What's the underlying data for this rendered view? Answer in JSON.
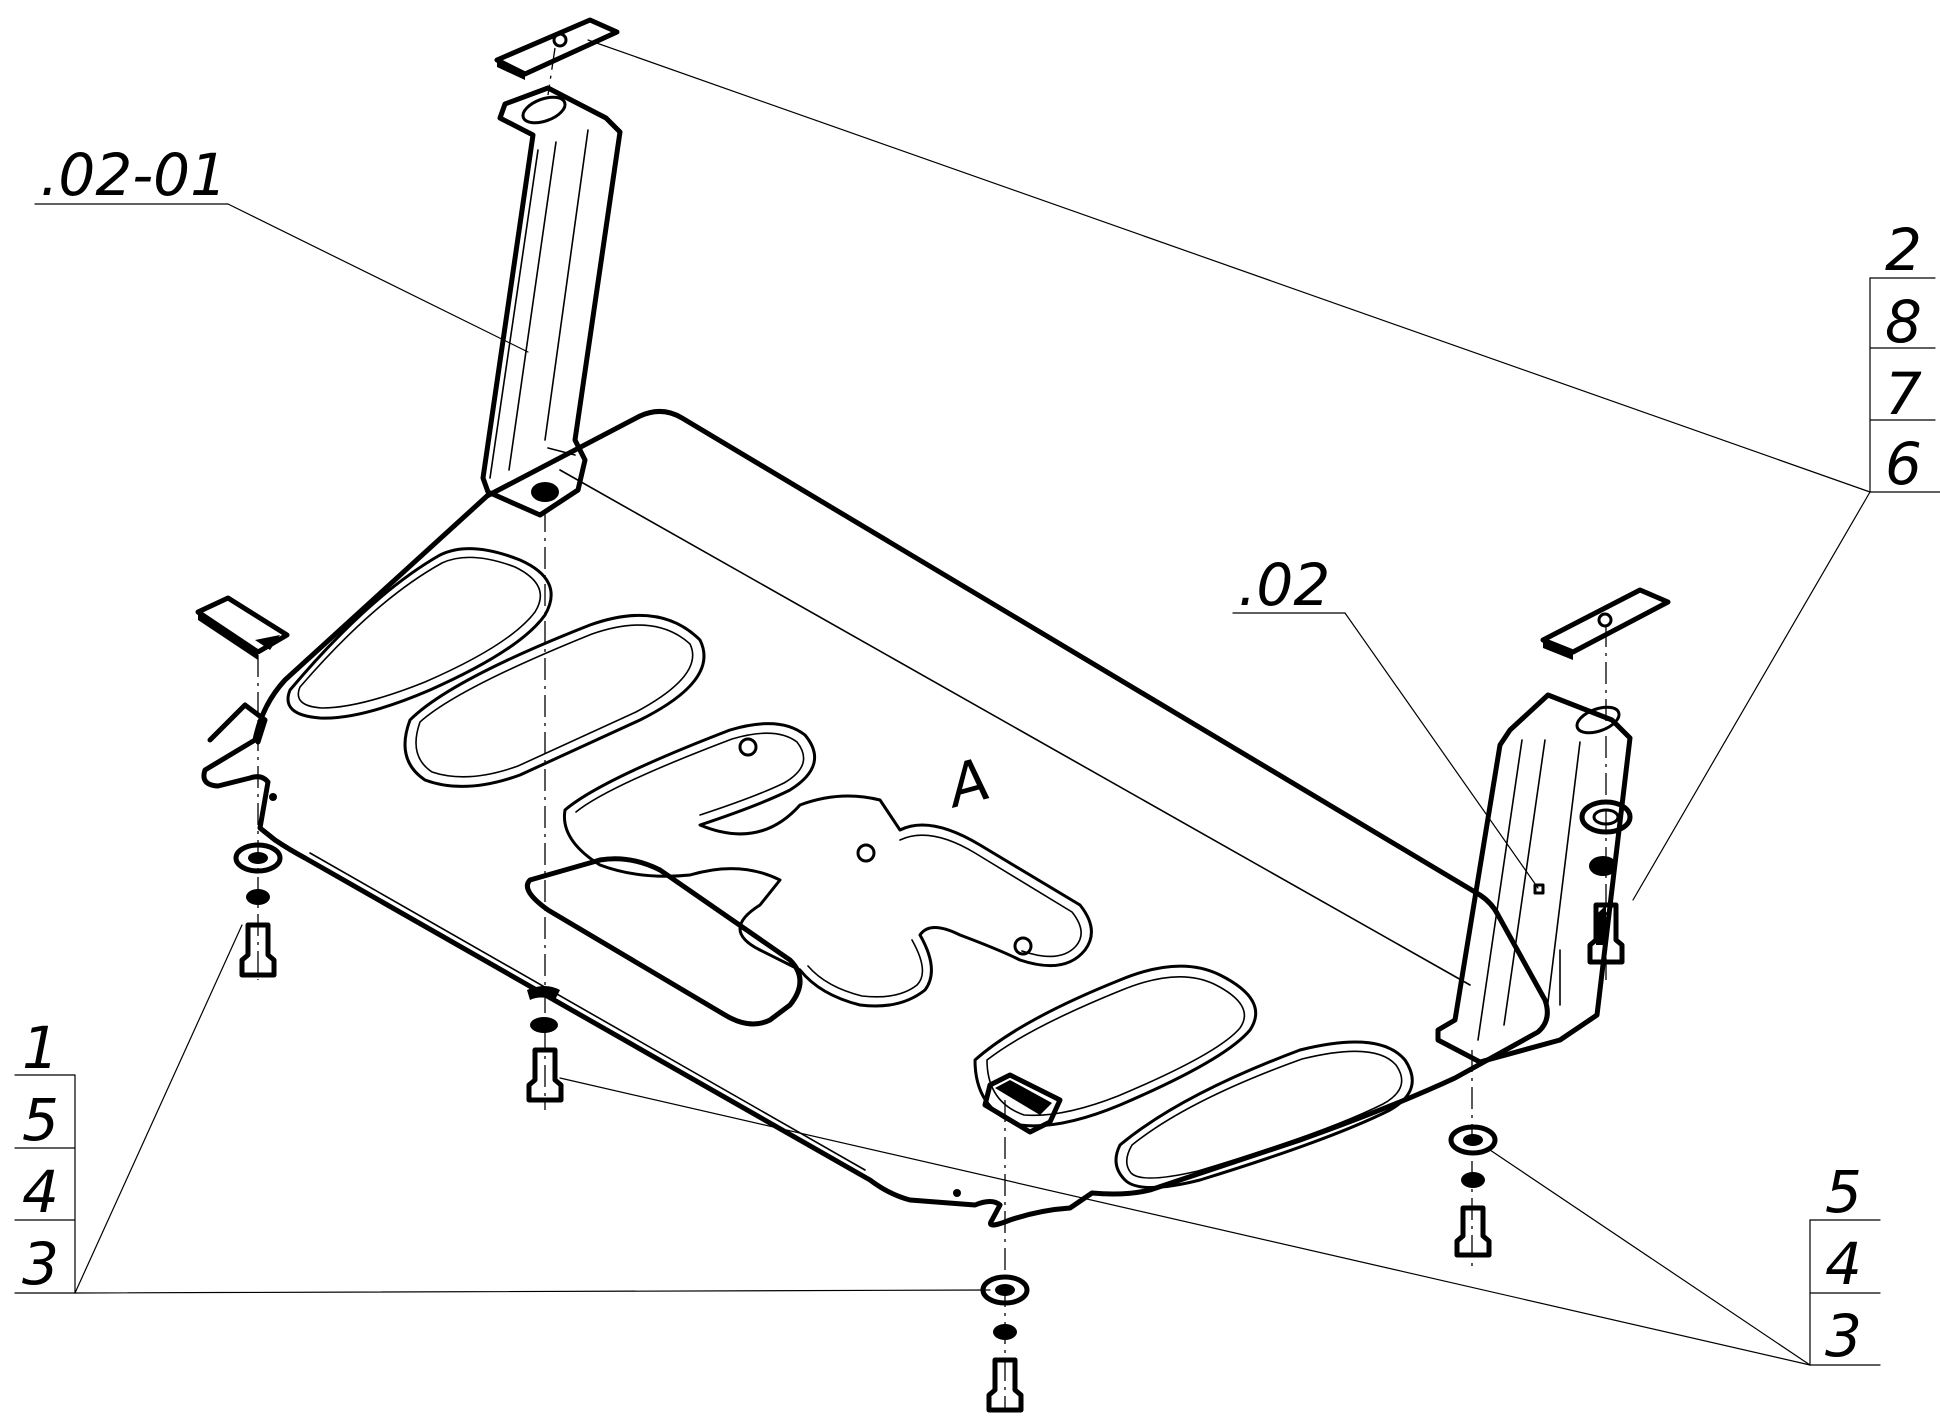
{
  "labels": {
    "part_02_01": ".02-01",
    "part_02": ".02",
    "arrow_a": "A",
    "stack_top_right": [
      "2",
      "8",
      "7",
      "6"
    ],
    "stack_bottom_left": [
      "1",
      "5",
      "4",
      "3"
    ],
    "stack_bottom_right": [
      "5",
      "4",
      "3"
    ]
  }
}
